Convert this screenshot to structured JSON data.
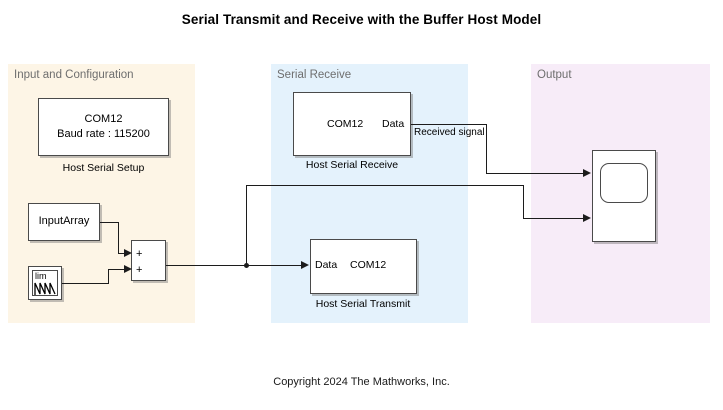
{
  "page": {
    "title": "Serial Transmit and Receive with the Buffer Host Model",
    "copyright": "Copyright 2024 The Mathworks, Inc."
  },
  "regions": [
    {
      "id": "input-configuration",
      "label": "Input and Configuration",
      "color": "#fdf5e6"
    },
    {
      "id": "serial-receive",
      "label": "Serial Receive",
      "color": "#e4f2fc"
    },
    {
      "id": "output",
      "label": "Output",
      "color": "#f7ecf8"
    }
  ],
  "blocks": {
    "host_serial_setup": {
      "line1": "COM12",
      "line2": "Baud rate : 115200",
      "caption": "Host Serial Setup"
    },
    "input_array": {
      "label": "InputArray"
    },
    "lim_source": {
      "label": "lim",
      "icon": "sawtooth-waveform-icon"
    },
    "sum": {
      "sign1": "+",
      "sign2": "+"
    },
    "host_serial_receive": {
      "port_left": "COM12",
      "port_right": "Data",
      "caption": "Host Serial Receive"
    },
    "host_serial_transmit": {
      "port_left": "Data",
      "port_right": "COM12",
      "caption": "Host Serial Transmit"
    },
    "scope": {
      "icon": "scope-icon"
    }
  },
  "signals": {
    "received_signal": "Received signal"
  },
  "colors": {
    "input_region": "#fdf5e6",
    "receive_region": "#e4f2fc",
    "output_region": "#f7ecf8",
    "wire": "#1c1c1c",
    "block_border": "#4a4a4a",
    "region_label": "#6e6e6e"
  }
}
